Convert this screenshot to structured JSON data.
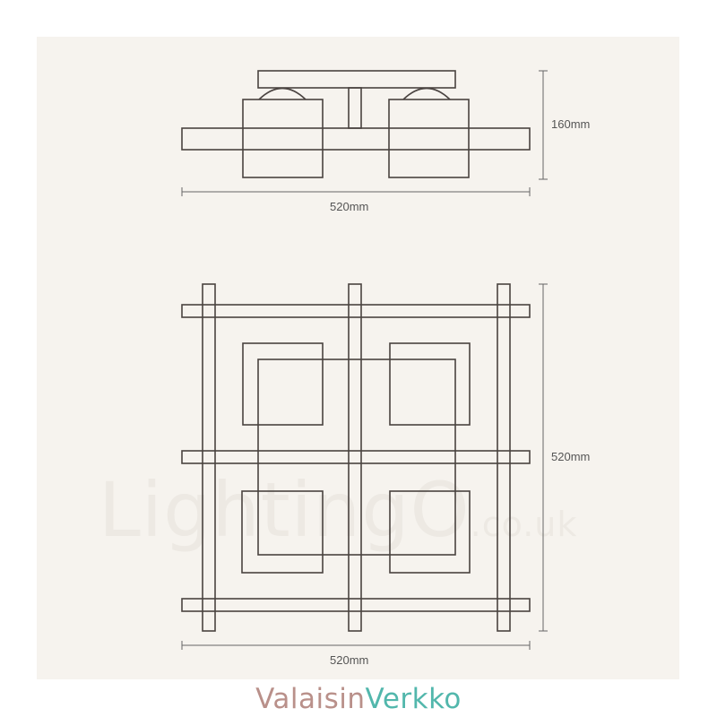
{
  "colors": {
    "panel": "#f6f3ee",
    "line": "#4a4340",
    "dim": "#555555",
    "brand_primary": "#b9908a",
    "brand_secondary": "#52b7ac"
  },
  "side_view": {
    "width_label": "520mm",
    "height_label": "160mm"
  },
  "top_view": {
    "width_label": "520mm",
    "depth_label": "520mm"
  },
  "watermark": {
    "main": "LightingO",
    "suffix": ".co.uk"
  },
  "brand": {
    "part1": "Valaisin",
    "part2": "Verkko"
  }
}
